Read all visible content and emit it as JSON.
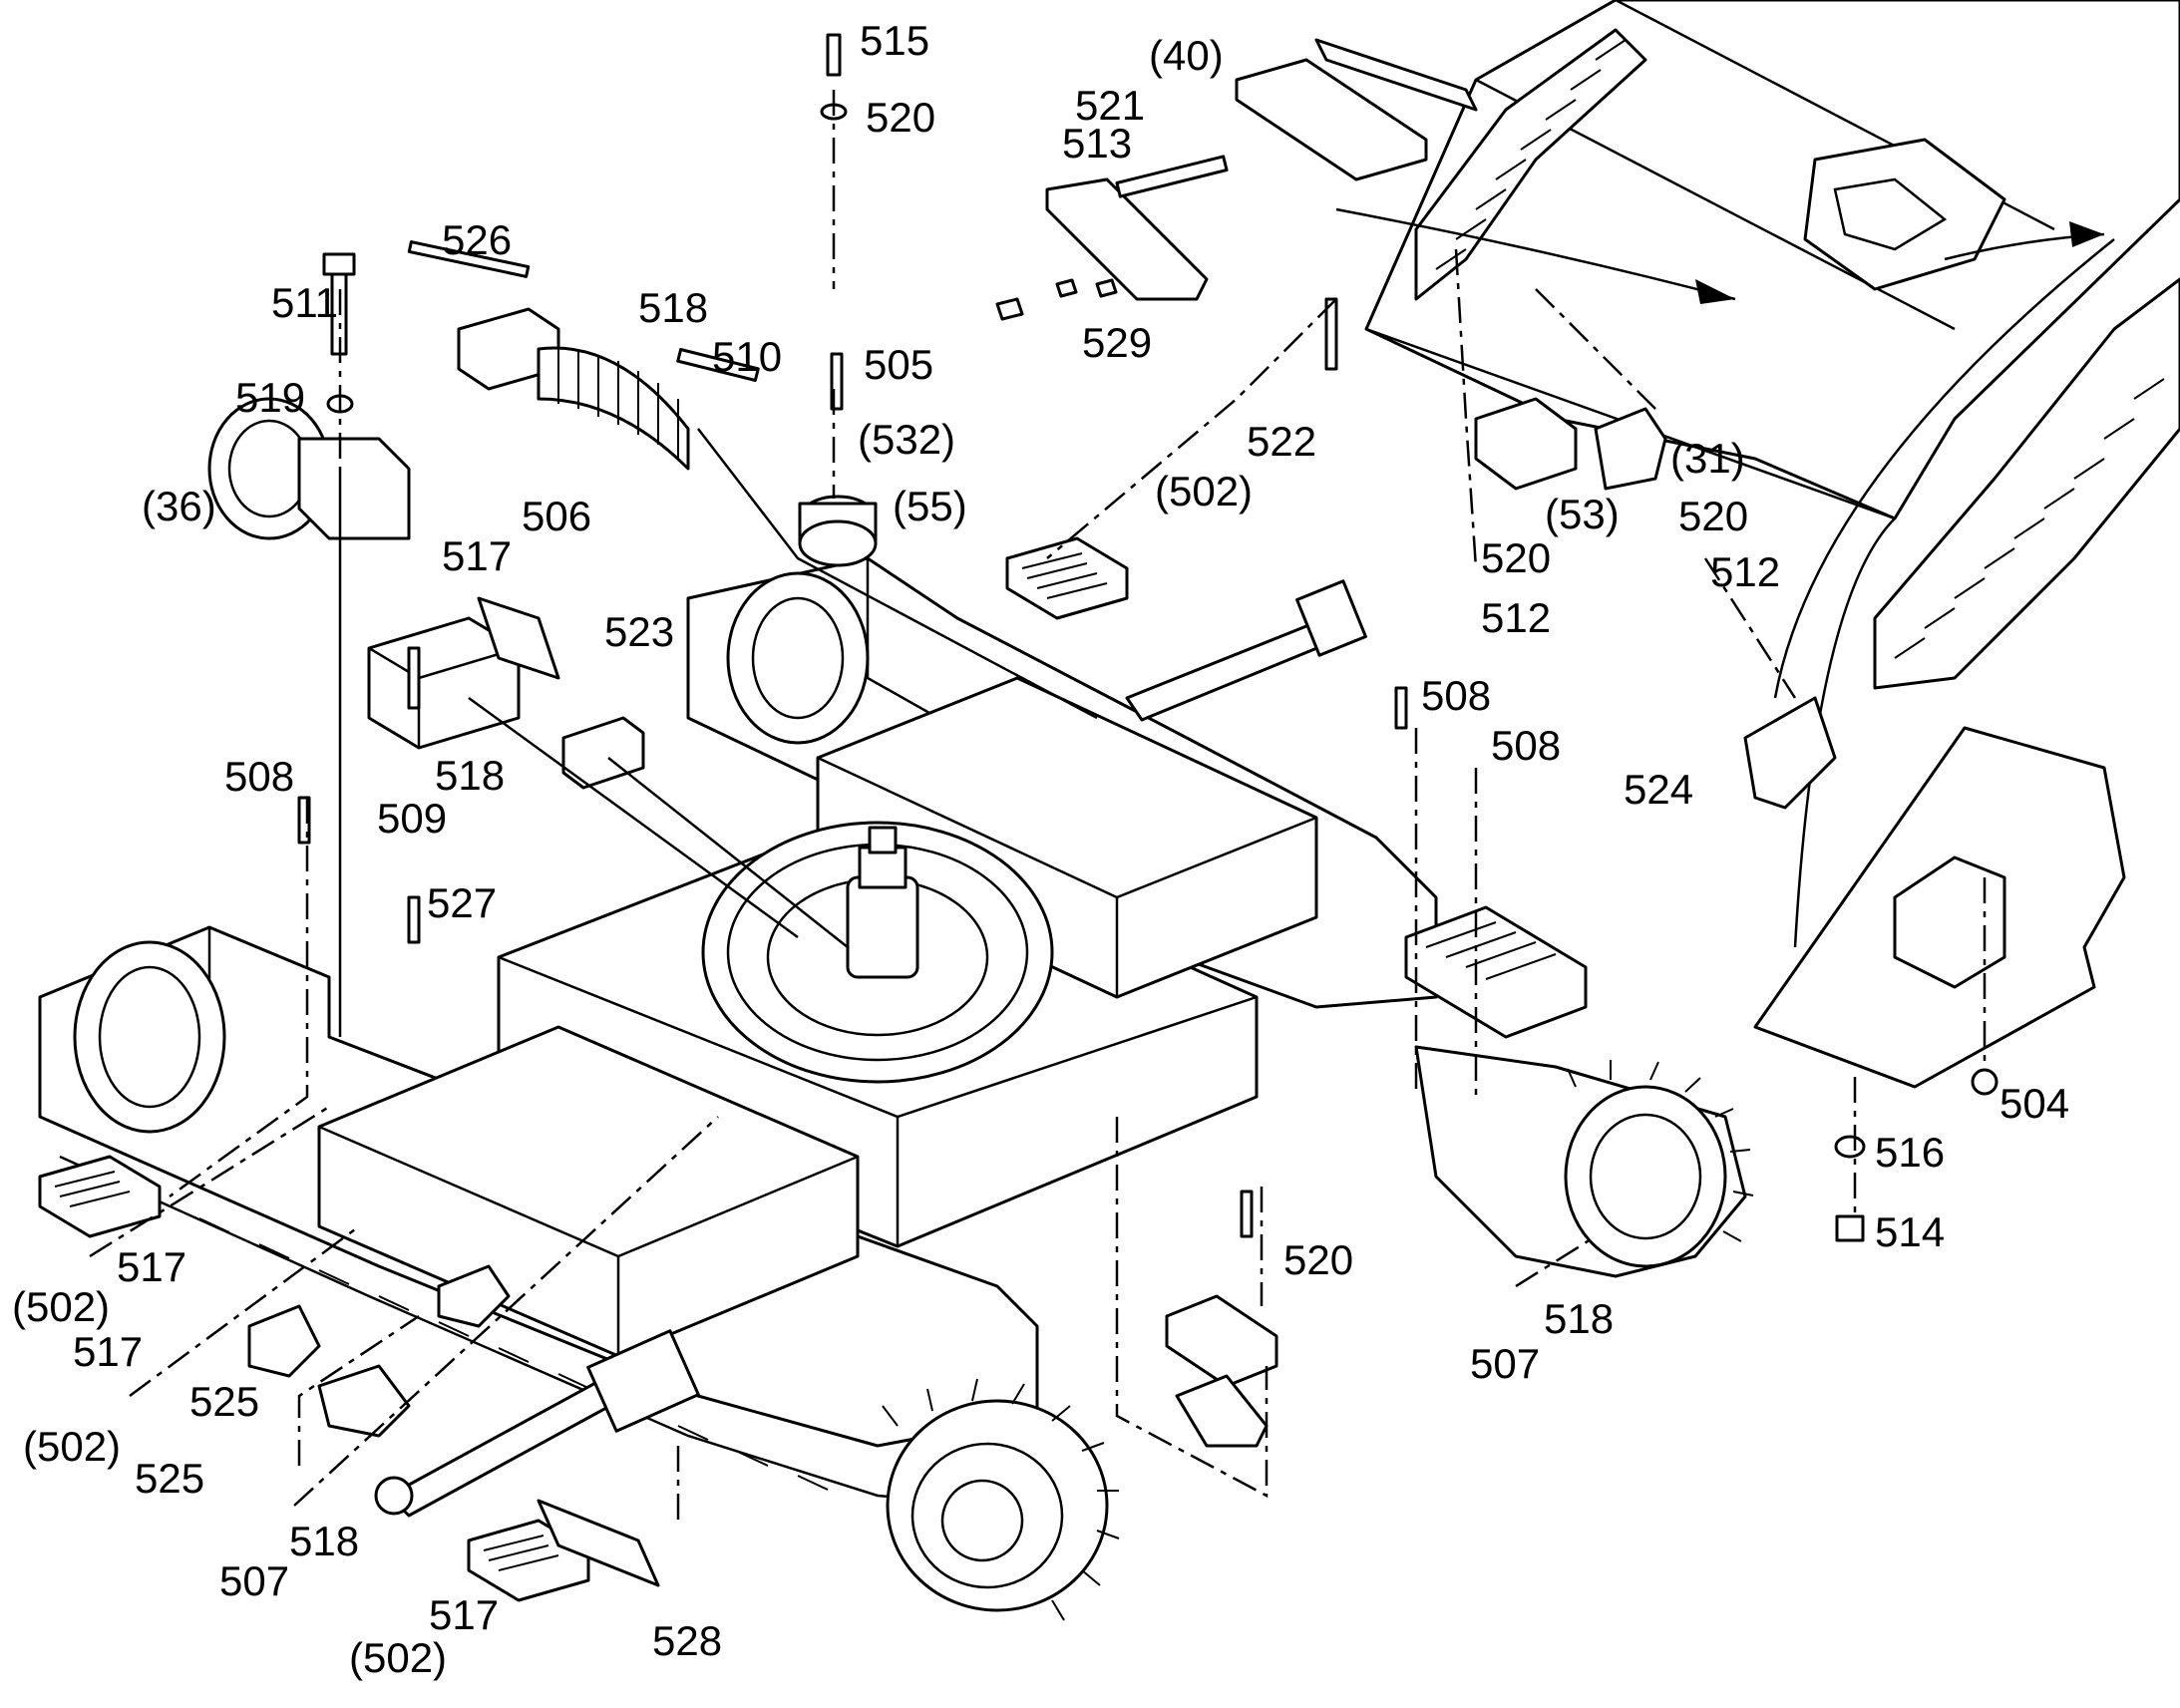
{
  "labels": [
    "515",
    "520",
    "(40)",
    "521",
    "513",
    "526",
    "511",
    "518",
    "510",
    "505",
    "519",
    "(532)",
    "(36)",
    "506",
    "517",
    "(55)",
    "529",
    "(502)",
    "522",
    "(31)",
    "520",
    "(53)",
    "520",
    "512",
    "512",
    "523",
    "518",
    "509",
    "508",
    "508",
    "508",
    "524",
    "527",
    "504",
    "516",
    "514",
    "517",
    "(502)",
    "517",
    "525",
    "(502)",
    "525",
    "518",
    "507",
    "520",
    "518",
    "507",
    "517",
    "(502)",
    "528"
  ]
}
